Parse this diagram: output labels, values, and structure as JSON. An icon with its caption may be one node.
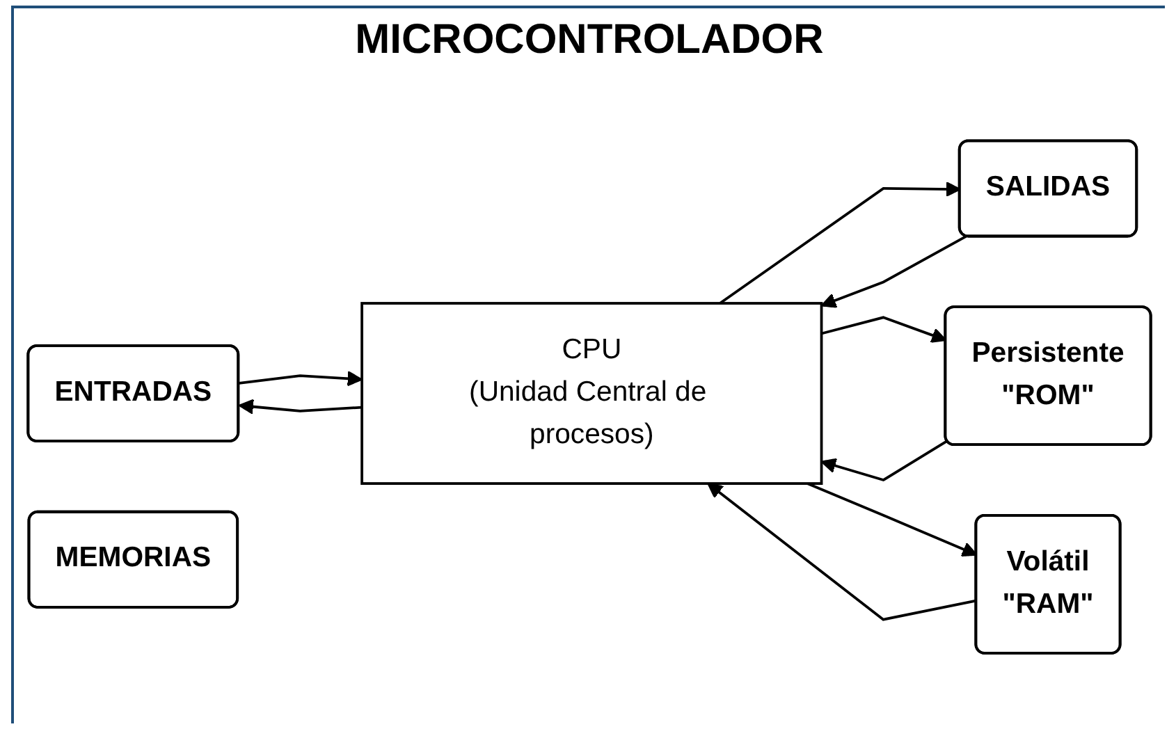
{
  "diagram": {
    "title": "MICROCONTROLADOR",
    "nodes": [
      {
        "text": [
          "ENTRADAS"
        ]
      },
      {
        "text": [
          "CPU",
          "(Unidad Central de procesos)"
        ]
      },
      {
        "text": [
          "SALIDAS"
        ]
      },
      {
        "text": [
          "Persistente",
          "\"ROM\""
        ]
      },
      {
        "text": [
          "Volátil",
          "\"RAM\""
        ]
      },
      {
        "text": [
          "MEMORIAS"
        ]
      }
    ],
    "edges": [
      {
        "from": 0,
        "to": 1,
        "arrow": "to"
      },
      {
        "from": 1,
        "to": 0,
        "arrow": "to"
      },
      {
        "from": 1,
        "to": 2,
        "arrow": "to"
      },
      {
        "from": 2,
        "to": 1,
        "arrow": "to"
      },
      {
        "from": 1,
        "to": 3,
        "arrow": "to"
      },
      {
        "from": 3,
        "to": 1,
        "arrow": "to"
      },
      {
        "from": 1,
        "to": 4,
        "arrow": "to"
      },
      {
        "from": 4,
        "to": 1,
        "arrow": "to"
      }
    ]
  }
}
